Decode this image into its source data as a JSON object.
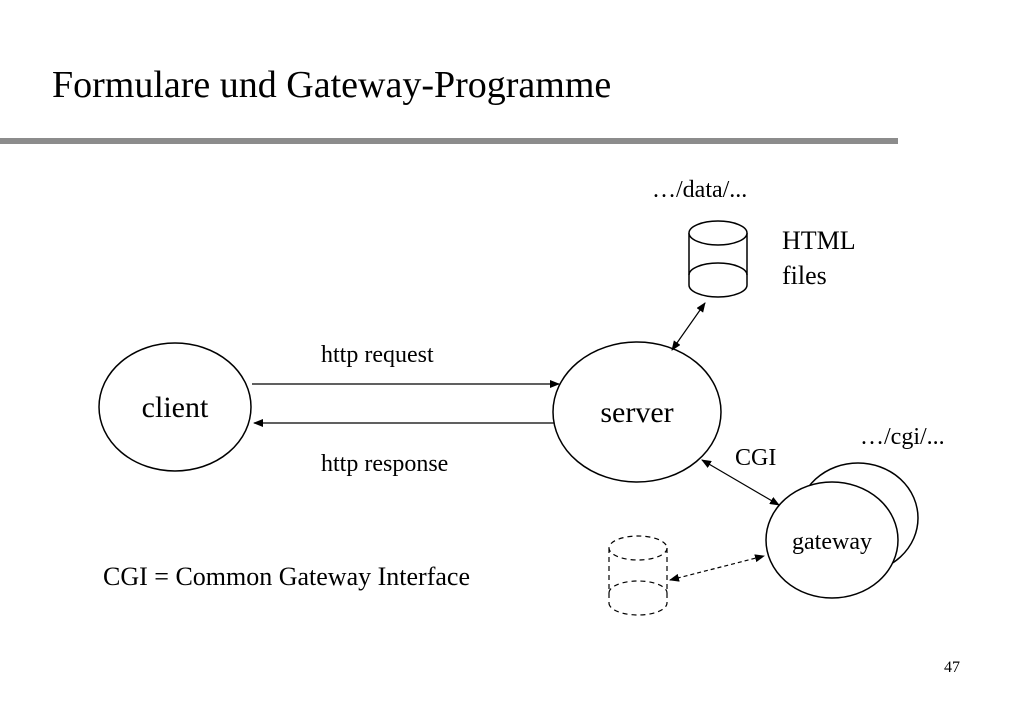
{
  "slide": {
    "title": "Formulare und Gateway-Programme",
    "page_number": "47"
  },
  "diagram": {
    "nodes": {
      "client": "client",
      "server": "server",
      "gateway": "gateway"
    },
    "labels": {
      "http_request": "http request",
      "http_response": "http response",
      "cgi": "CGI",
      "data_path": "…/data/...",
      "cgi_path": "…/cgi/...",
      "html_files_line1": "HTML",
      "html_files_line2": "files",
      "cgi_definition": "CGI = Common Gateway Interface"
    }
  }
}
